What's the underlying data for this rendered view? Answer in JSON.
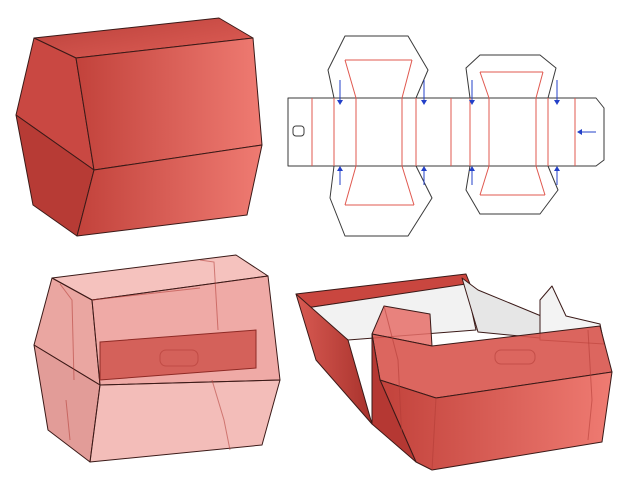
{
  "colors": {
    "box_dark": "#b83a34",
    "box_mid": "#d9534c",
    "box_light": "#ee7a72",
    "inner_white": "#f4f4f4",
    "cut_line": "#3a3a3a",
    "fold_line": "#e0584f",
    "glue_arrow": "#2340c8",
    "background": "#ffffff"
  },
  "views": [
    {
      "name": "closed-box-solid"
    },
    {
      "name": "die-cut-template"
    },
    {
      "name": "closed-box-transparent"
    },
    {
      "name": "open-box"
    }
  ]
}
